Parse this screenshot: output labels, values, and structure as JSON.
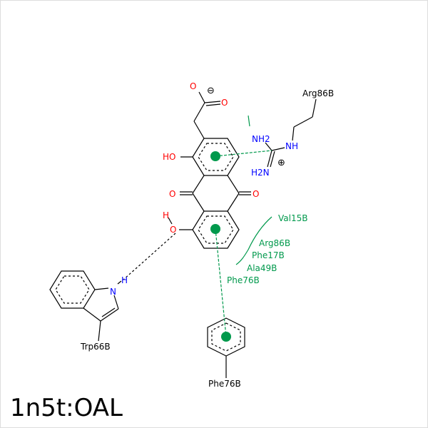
{
  "title": "1n5t:OAL",
  "colors": {
    "bond": "#000000",
    "oxygen": "#ff0000",
    "nitrogen": "#0000ff",
    "interaction": "#00994c",
    "hbond": "#000000"
  },
  "ligand_atoms": {
    "oxo_top": "O",
    "carboxylate_o": "O",
    "hydroxyl_1": "HO",
    "ketone_left": "O",
    "ketone_right": "O",
    "hydroxyl_2_o": "O",
    "hydroxyl_2_h": "H",
    "minus_charge": "⊖"
  },
  "arginine": {
    "label": "Arg86B",
    "nh2_top": "NH2",
    "nh": "NH",
    "nh2_bottom": "H2N",
    "plus_charge": "⊕"
  },
  "residues": {
    "trp": {
      "label": "Trp66B",
      "n_atom": "N",
      "h_atom": "H"
    },
    "phe": {
      "label": "Phe76B"
    }
  },
  "hydrophobic_contacts": [
    "Val15B",
    "Arg86B",
    "Phe17B",
    "Ala49B",
    "Phe76B"
  ]
}
